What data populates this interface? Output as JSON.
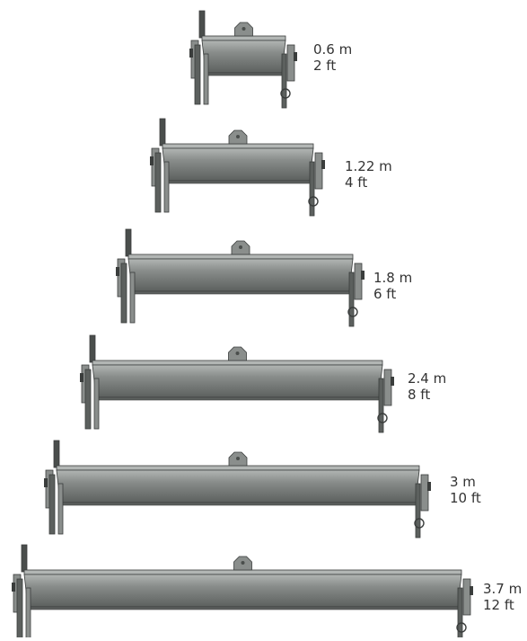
{
  "colors": {
    "trough_body": "#8a8e8c",
    "trough_light": "#b2b6b4",
    "trough_dark": "#5c605e",
    "steel_dark": "#4a4e4c",
    "outline": "#3a3d3c",
    "label_text": "#333333"
  },
  "troughs": [
    {
      "metric": "0.6 m",
      "imperial": "2 ft",
      "length_m": 0.6
    },
    {
      "metric": "1.22 m",
      "imperial": "4 ft",
      "length_m": 1.22
    },
    {
      "metric": "1.8 m",
      "imperial": "6 ft",
      "length_m": 1.8
    },
    {
      "metric": "2.4 m",
      "imperial": "8 ft",
      "length_m": 2.4
    },
    {
      "metric": "3 m",
      "imperial": "10 ft",
      "length_m": 3.0
    },
    {
      "metric": "3.7 m",
      "imperial": "12 ft",
      "length_m": 3.7
    }
  ]
}
